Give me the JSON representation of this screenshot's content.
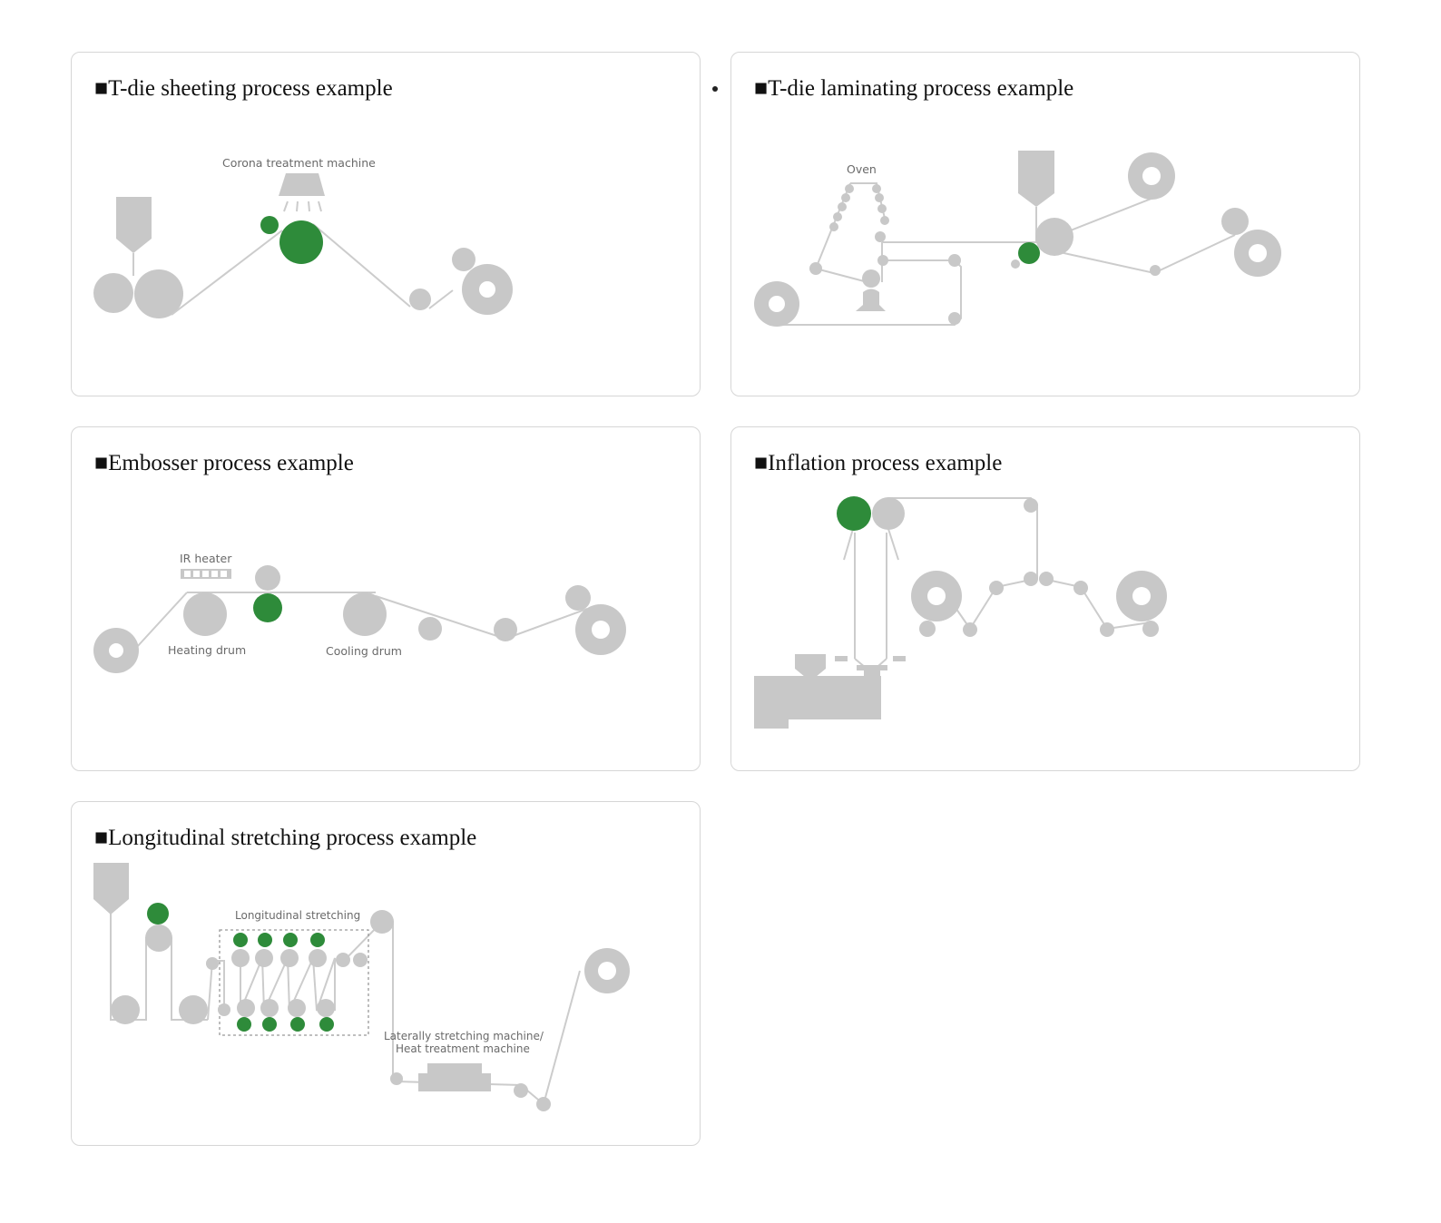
{
  "cards": [
    {
      "title": "■T-die sheeting process example",
      "labels": [
        "Corona treatment machine"
      ]
    },
    {
      "title": "■T-die laminating process example",
      "labels": [
        "Oven"
      ]
    },
    {
      "title": "■Embosser process example",
      "labels": [
        "IR heater",
        "Heating drum",
        "Cooling drum"
      ]
    },
    {
      "title": "■Inflation process example",
      "labels": []
    },
    {
      "title": "■Longitudinal stretching process example",
      "labels": [
        "Longitudinal stretching",
        "Laterally stretching machine/",
        "Heat treatment machine"
      ]
    }
  ],
  "colors": {
    "gray": "#c8c8c8",
    "green": "#2e8b3a",
    "line": "#cccccc",
    "border": "#d6d6d6"
  }
}
